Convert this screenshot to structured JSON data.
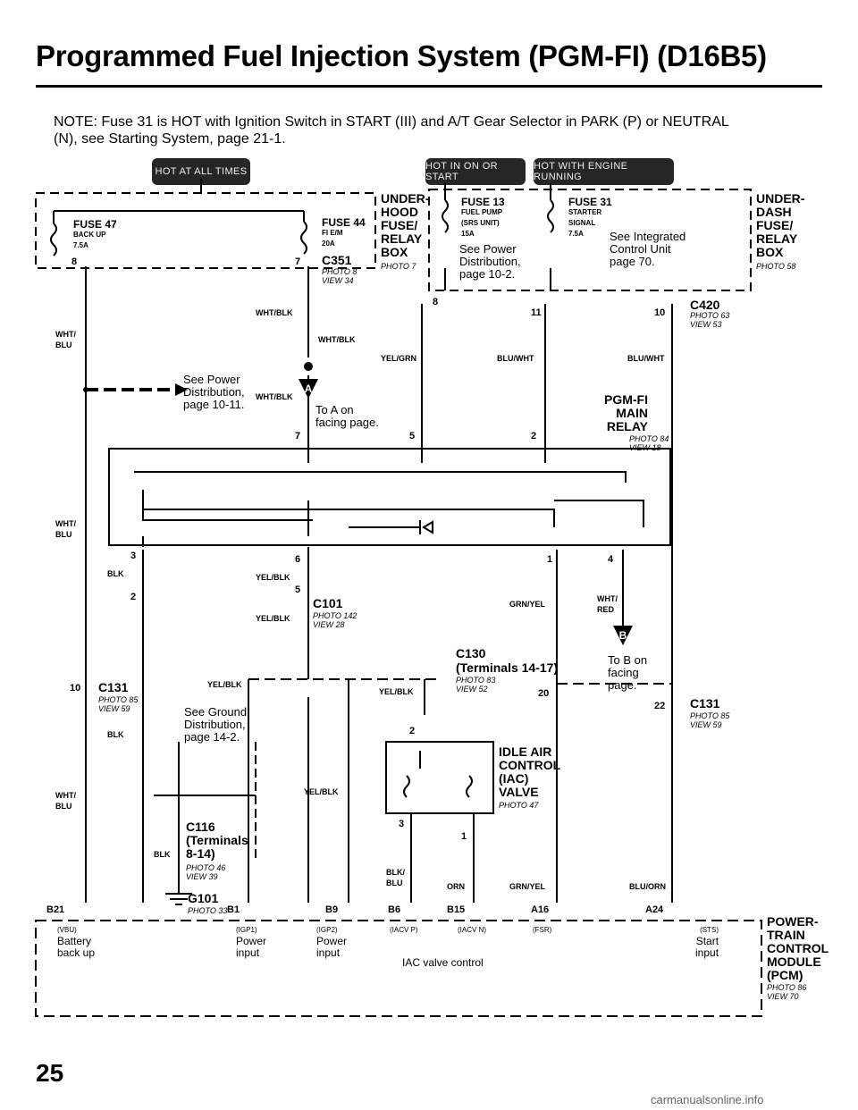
{
  "title": "Programmed Fuel Injection System (PGM-FI) (D16B5)",
  "note": "NOTE: Fuse 31 is HOT with Ignition Switch in START (III) and A/T Gear Selector in PARK (P) or NEUTRAL (N), see Starting System, page 21-1.",
  "power_tabs": [
    "HOT AT ALL TIMES",
    "HOT IN ON OR START",
    "HOT WITH ENGINE RUNNING"
  ],
  "boxes": {
    "underhood": [
      "UNDER-",
      "HOOD",
      "FUSE/",
      "RELAY",
      "BOX"
    ],
    "underhood_photo": "PHOTO 7",
    "underdash": [
      "UNDER-",
      "DASH",
      "FUSE/",
      "RELAY",
      "BOX"
    ],
    "underdash_photo": "PHOTO 58",
    "pcm": [
      "POWER-",
      "TRAIN",
      "CONTROL",
      "MODULE",
      "(PCM)"
    ],
    "pcm_photo": "PHOTO 86",
    "pcm_view": "VIEW 70"
  },
  "fuses": {
    "f47": [
      "FUSE 47",
      "BACK UP",
      "7.5A"
    ],
    "f44": [
      "FUSE 44",
      "FI E/M",
      "20A"
    ],
    "f13": [
      "FUSE 13",
      "FUEL PUMP",
      "(SRS UNIT)",
      "15A"
    ],
    "f31": [
      "FUSE 31",
      "STARTER",
      "SIGNAL",
      "7.5A"
    ]
  },
  "refs": {
    "power_dist_1": [
      "See Power",
      "Distribution,",
      "page 10-2."
    ],
    "icu": [
      "See Integrated",
      "Control Unit",
      "page 70."
    ],
    "power_dist_2": [
      "See Power",
      "Distribution,",
      "page 10-11."
    ],
    "to_a": [
      "To A on",
      "facing page."
    ],
    "to_b": [
      "To B on",
      "facing",
      "page."
    ],
    "ground": [
      "See Ground",
      "Distribution,",
      "page 14-2."
    ]
  },
  "connectors": {
    "c351": "C351",
    "c351_photo": "PHOTO 8",
    "c351_view": "VIEW 34",
    "c420": "C420",
    "c420_photo": "PHOTO 63",
    "c420_view": "VIEW 53",
    "c101": "C101",
    "c101_photo": "PHOTO 142",
    "c101_view": "VIEW 28",
    "c130": "C130",
    "c130_sub": "(Terminals 14-17)",
    "c130_photo": "PHOTO 83",
    "c130_view": "VIEW 52",
    "c131a": "C131",
    "c131a_photo": "PHOTO 85",
    "c131a_view": "VIEW 59",
    "c131b": "C131",
    "c131b_photo": "PHOTO 85",
    "c131b_view": "VIEW 59",
    "c116": "C116",
    "c116_sub": [
      "(Terminals",
      "8-14)"
    ],
    "c116_photo": "PHOTO 46",
    "c116_view": "VIEW 39",
    "g101": "G101",
    "g101_photo": "PHOTO 33"
  },
  "components": {
    "pgmfi": [
      "PGM-FI",
      "MAIN",
      "RELAY"
    ],
    "pgmfi_photo": "PHOTO 84",
    "pgmfi_view": "VIEW 18",
    "iac": [
      "IDLE AIR",
      "CONTROL",
      "(IAC)",
      "VALVE"
    ],
    "iac_photo": "PHOTO 47"
  },
  "wires": {
    "wht_blu_1": [
      "WHT/",
      "BLU"
    ],
    "wht_blu_2": [
      "WHT/",
      "BLU"
    ],
    "wht_blu_3": [
      "WHT/",
      "BLU"
    ],
    "wht_blk_1": "WHT/BLK",
    "wht_blk_2": "WHT/BLK",
    "wht_blk_3": "WHT/BLK",
    "yel_grn": "YEL/GRN",
    "blu_wht_1": "BLU/WHT",
    "blu_wht_2": "BLU/WHT",
    "blk_1": "BLK",
    "blk_2": "BLK",
    "blk_3": "BLK",
    "yel_blk_1": "YEL/BLK",
    "yel_blk_2": "YEL/BLK",
    "yel_blk_3": "YEL/BLK",
    "yel_blk_4": "YEL/BLK",
    "yel_blk_5": "YEL/BLK",
    "grn_yel_1": "GRN/YEL",
    "grn_yel_2": "GRN/YEL",
    "wht_red": [
      "WHT/",
      "RED"
    ],
    "blk_blu": [
      "BLK/",
      "BLU"
    ],
    "orn": "ORN",
    "blu_orn": "BLU/ORN"
  },
  "pins": {
    "p8a": "8",
    "p7a": "7",
    "p8b": "8",
    "p11": "11",
    "p10": "10",
    "p7b": "7",
    "p5a": "5",
    "p2a": "2",
    "p3a": "3",
    "p6": "6",
    "p2b": "2",
    "p5b": "5",
    "p1a": "1",
    "p4": "4",
    "p10b": "10",
    "p20": "20",
    "p22": "22",
    "p2c": "2",
    "p3b": "3",
    "p1b": "1",
    "b21": "B21",
    "b1": "B1",
    "b9": "B9",
    "b6": "B6",
    "b15": "B15",
    "a16": "A16",
    "a24": "A24"
  },
  "pcm_inputs": {
    "vbu": [
      "(VBU)",
      "Battery",
      "back up"
    ],
    "igp1": [
      "(IGP1)",
      "Power",
      "input"
    ],
    "igp2": [
      "(IGP2)",
      "Power",
      "input"
    ],
    "iacv_p": "(IACV P)",
    "iacv_n": "(IACV N)",
    "iac_ctrl": "IAC valve control",
    "fsr": "(FSR)",
    "sts": [
      "(STS)",
      "Start",
      "input"
    ]
  },
  "markers": {
    "a": "A",
    "b": "B"
  },
  "page_number": "25",
  "watermark": "carmanualsonline.info"
}
